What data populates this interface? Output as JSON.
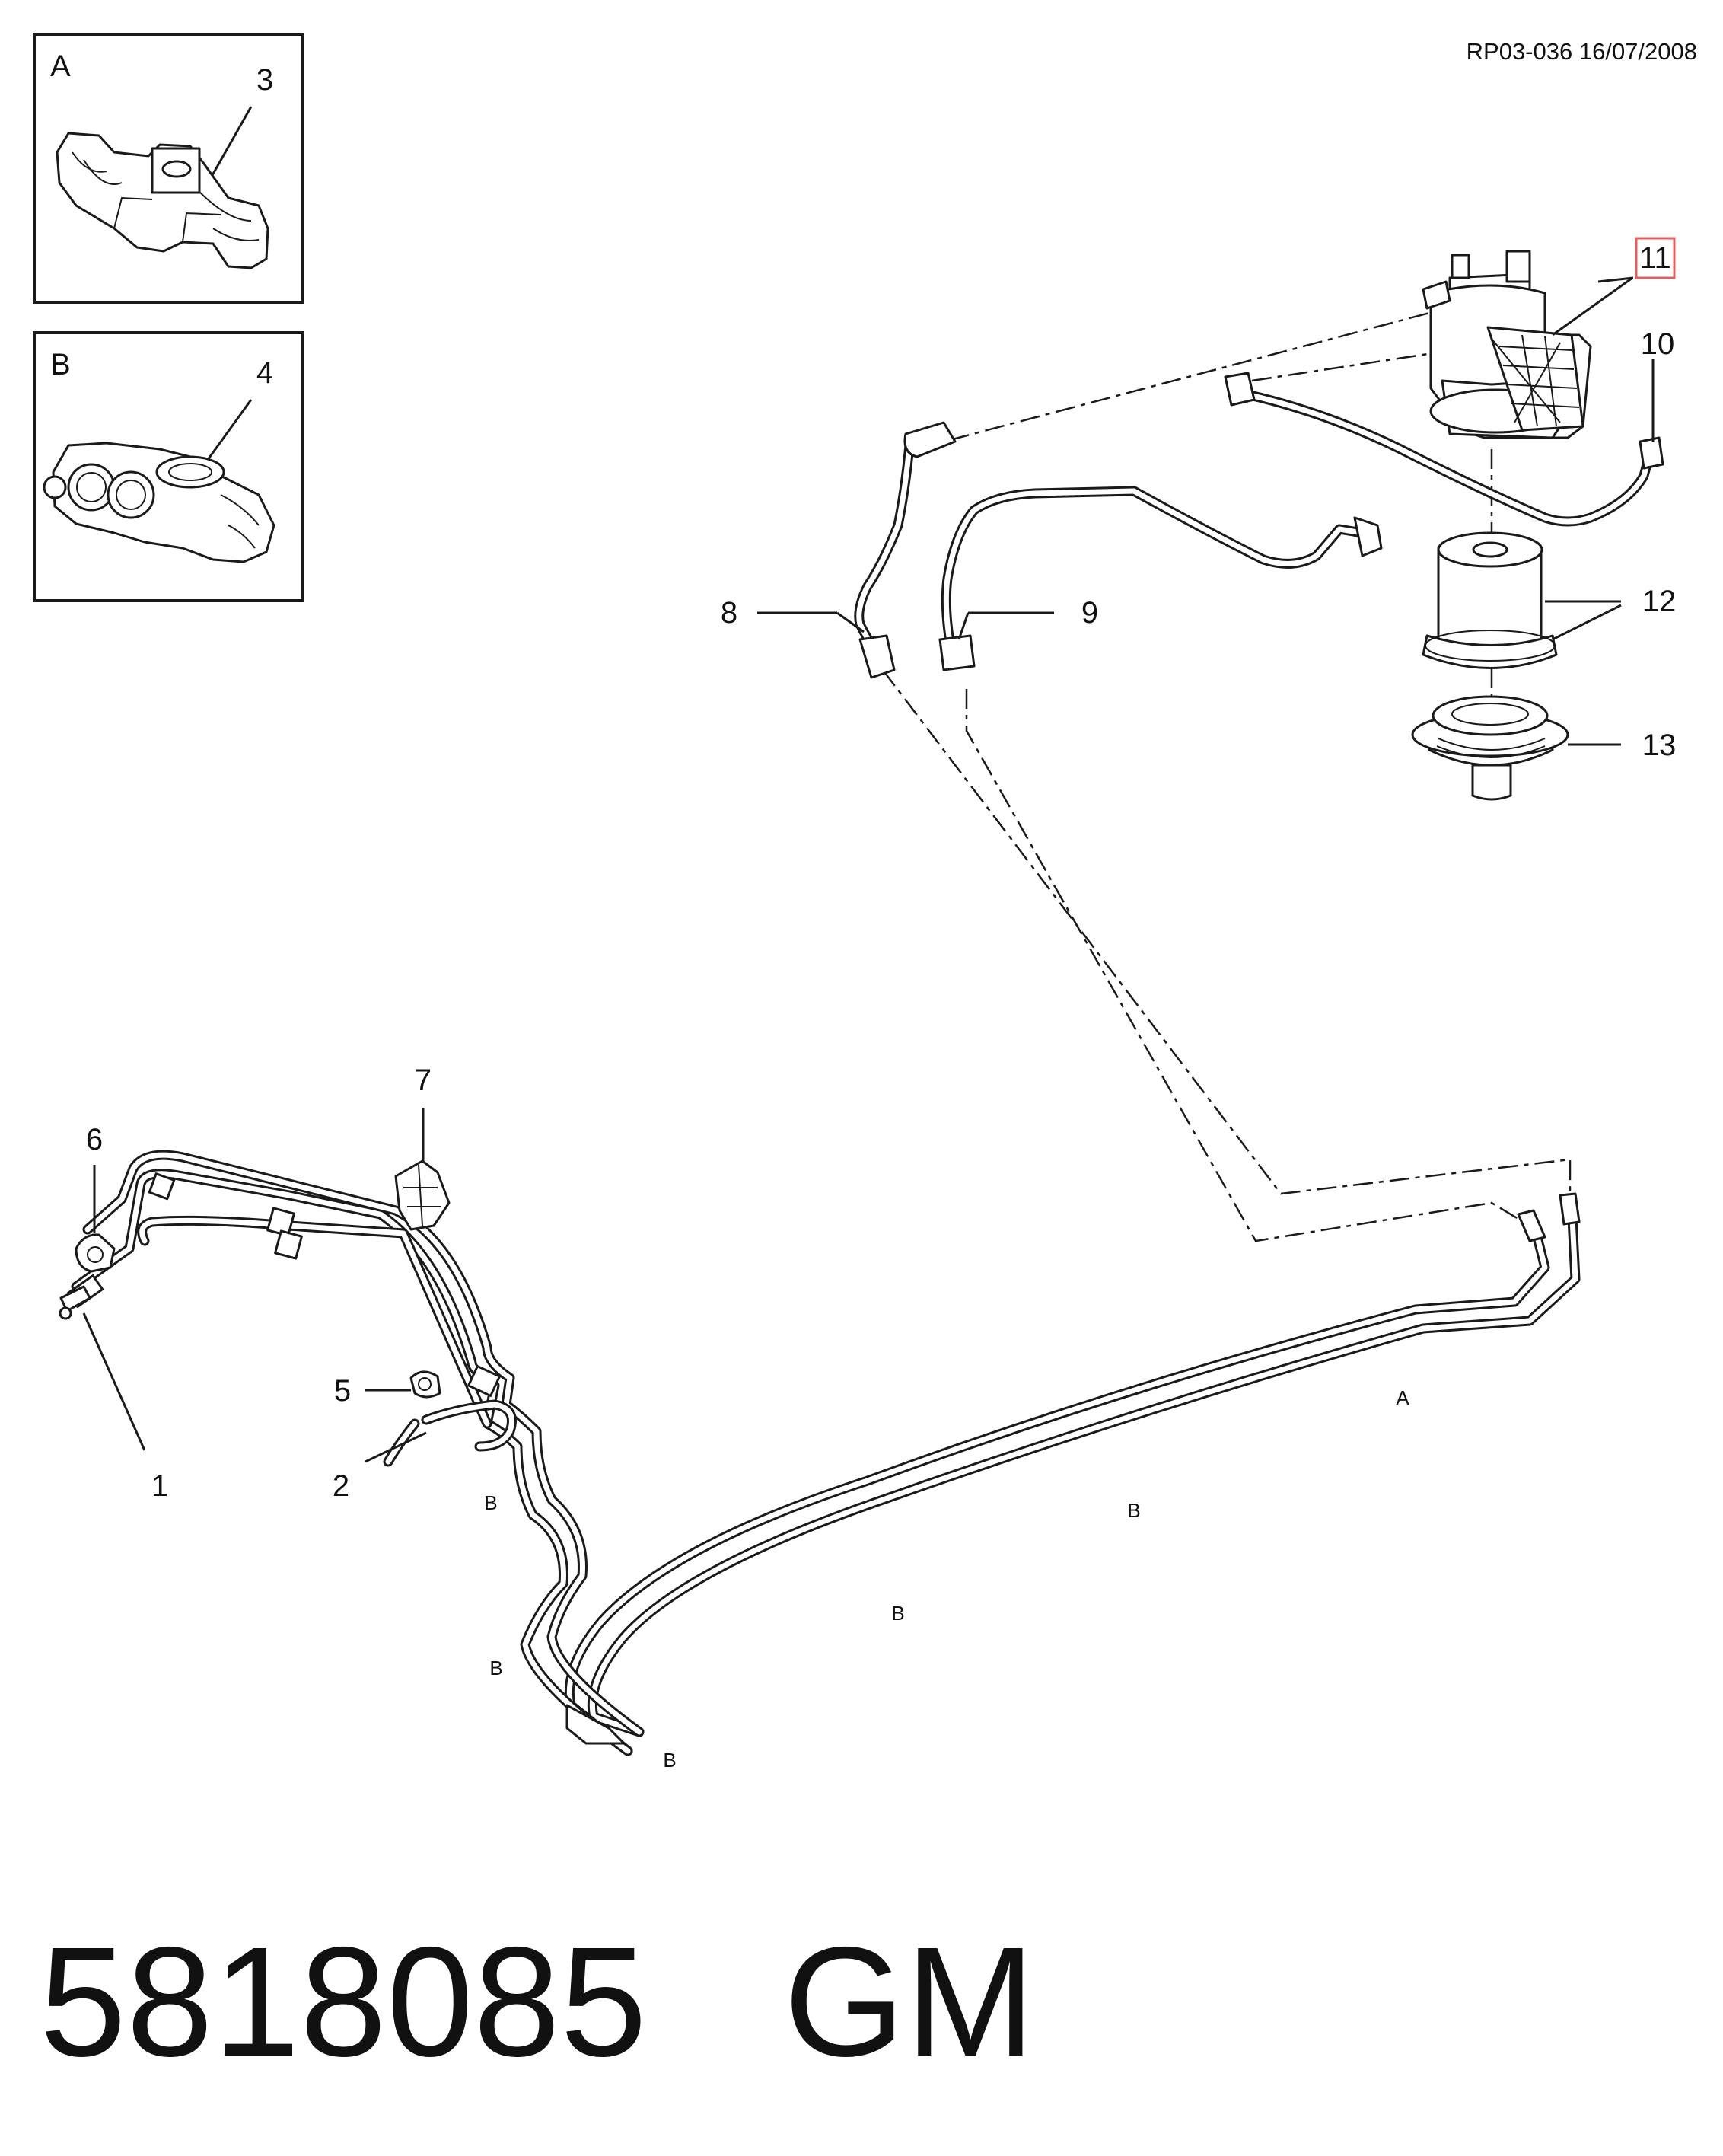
{
  "doc_ref": "RP03-036 16/07/2008",
  "part_number": "5818085",
  "brand": "GM",
  "inset_a": {
    "label": "A",
    "callout": "3"
  },
  "inset_b": {
    "label": "B",
    "callout": "4"
  },
  "callouts": [
    "1",
    "2",
    "5",
    "6",
    "7",
    "8",
    "9",
    "10",
    "11",
    "12",
    "13"
  ],
  "highlighted_callout": "11",
  "highlight_color": "#e06060",
  "clip_letters": [
    "A",
    "B",
    "B",
    "B",
    "B",
    "B"
  ]
}
